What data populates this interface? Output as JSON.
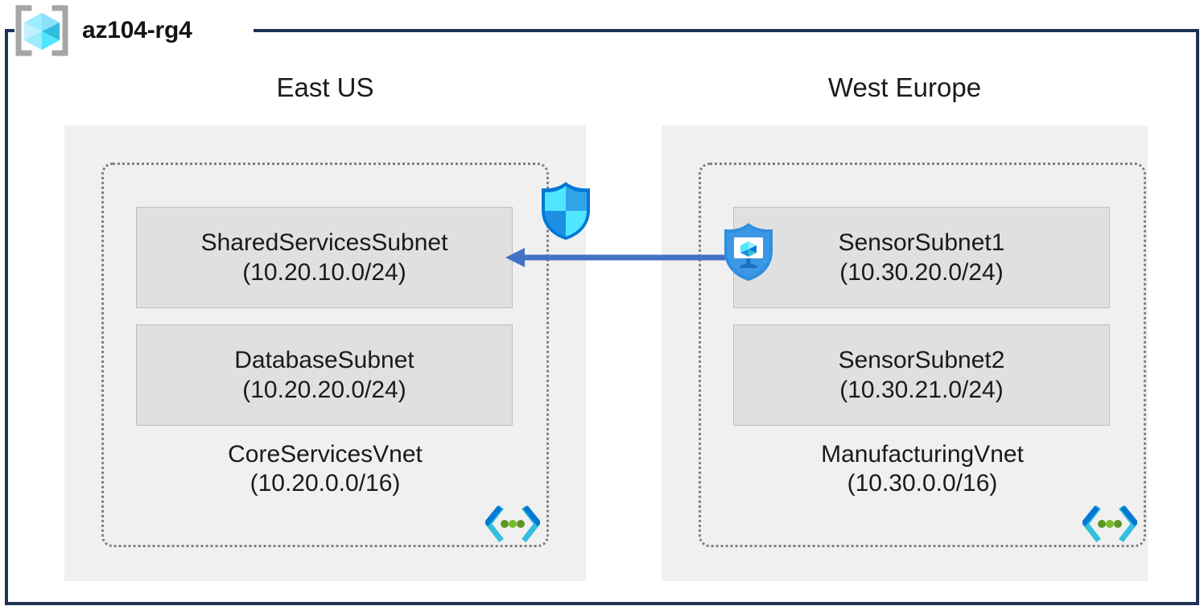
{
  "resource_group": {
    "name": "az104-rg4",
    "icon": "resource-group-icon"
  },
  "colors": {
    "frame_border": "#1F3255",
    "region_fill": "#F0F0F0",
    "subnet_fill": "#E0E0E0",
    "subnet_border": "#BFBFBF",
    "vnet_border": "#808080",
    "arrow": "#4472C4",
    "icon_cyan": "#50E6FF",
    "icon_blue": "#0078D4",
    "icon_green": "#5E9624"
  },
  "regions": [
    {
      "label": "East US",
      "vnet": {
        "name": "CoreServicesVnet",
        "cidr": "(10.20.0.0/16)",
        "icon": "virtual-network-icon",
        "subnets": [
          {
            "name": "SharedServicesSubnet",
            "cidr": "(10.20.10.0/24)",
            "icon": "network-security-group-icon"
          },
          {
            "name": "DatabaseSubnet",
            "cidr": "(10.20.20.0/24)",
            "icon": null
          }
        ]
      }
    },
    {
      "label": "West Europe",
      "vnet": {
        "name": "ManufacturingVnet",
        "cidr": "(10.30.0.0/16)",
        "icon": "virtual-network-icon",
        "subnets": [
          {
            "name": "SensorSubnet1",
            "cidr": "(10.30.20.0/24)",
            "icon": "application-security-group-icon"
          },
          {
            "name": "SensorSubnet2",
            "cidr": "(10.30.21.0/24)",
            "icon": null
          }
        ]
      }
    }
  ],
  "connection": {
    "name": "vnet-peering-arrow",
    "direction": "right-to-left",
    "from": "SensorSubnet1",
    "to": "SharedServicesSubnet",
    "label": ""
  }
}
